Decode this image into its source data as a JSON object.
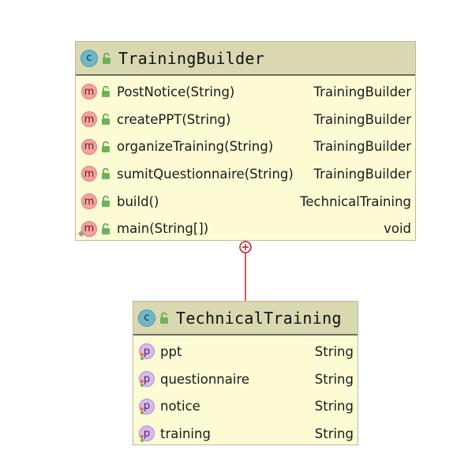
{
  "colors": {
    "class_fill": "#fdfbd4",
    "header_fill": "#d9d8b0",
    "connector": "#b22222",
    "method_icon": "#f3a3a0",
    "field_icon": "#d9b9ea",
    "class_icon": "#6fb7c7",
    "visibility_lock": "#5aa04a"
  },
  "connector": {
    "kind": "inner-class",
    "from": "TechnicalTraining",
    "to": "TrainingBuilder",
    "icon": "circle-plus-icon"
  },
  "classes": [
    {
      "name": "TrainingBuilder",
      "icon": "c",
      "members": [
        {
          "kind": "m",
          "name": "PostNotice(String)",
          "type": "TrainingBuilder",
          "static": false
        },
        {
          "kind": "m",
          "name": "createPPT(String)",
          "type": "TrainingBuilder",
          "static": false
        },
        {
          "kind": "m",
          "name": "organizeTraining(String)",
          "type": "TrainingBuilder",
          "static": false
        },
        {
          "kind": "m",
          "name": "sumitQuestionnaire(String)",
          "type": "TrainingBuilder",
          "static": false
        },
        {
          "kind": "m",
          "name": "build()",
          "type": "TechnicalTraining",
          "static": false
        },
        {
          "kind": "m",
          "name": "main(String[])",
          "type": "void",
          "static": true
        }
      ]
    },
    {
      "name": "TechnicalTraining",
      "icon": "c",
      "members": [
        {
          "kind": "p",
          "name": "ppt",
          "type": "String"
        },
        {
          "kind": "p",
          "name": "questionnaire",
          "type": "String"
        },
        {
          "kind": "p",
          "name": "notice",
          "type": "String"
        },
        {
          "kind": "p",
          "name": "training",
          "type": "String"
        }
      ]
    }
  ]
}
